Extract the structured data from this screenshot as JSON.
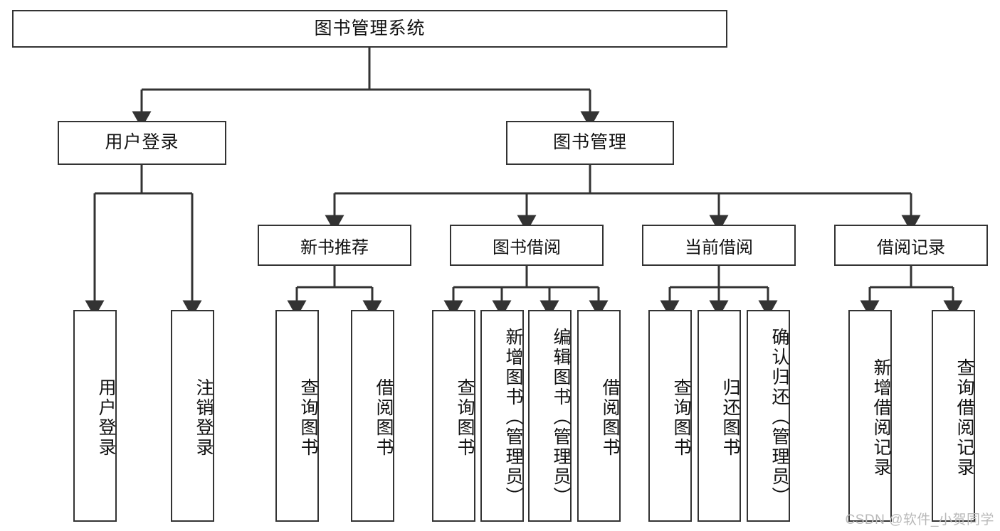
{
  "diagram": {
    "title": "图书管理系统",
    "type": "tree-hierarchy-chart",
    "root": {
      "label": "图书管理系统"
    },
    "level1": [
      {
        "label": "用户登录"
      },
      {
        "label": "图书管理"
      }
    ],
    "level2": [
      {
        "label": "新书推荐"
      },
      {
        "label": "图书借阅"
      },
      {
        "label": "当前借阅"
      },
      {
        "label": "借阅记录"
      }
    ],
    "leaves": {
      "user_login": [
        {
          "label": "用户登录"
        },
        {
          "label": "注销登录"
        }
      ],
      "new_book_recommend": [
        {
          "label": "查询图书"
        },
        {
          "label": "借阅图书"
        }
      ],
      "book_borrow": [
        {
          "label": "查询图书"
        },
        {
          "label": "新增图书（管理员）"
        },
        {
          "label": "编辑图书（管理员）"
        },
        {
          "label": "借阅图书"
        }
      ],
      "current_borrow": [
        {
          "label": "查询图书"
        },
        {
          "label": "归还图书"
        },
        {
          "label": "确认归还（管理员）"
        }
      ],
      "borrow_record": [
        {
          "label": "新增借阅记录"
        },
        {
          "label": "查询借阅记录"
        }
      ]
    }
  },
  "watermark": {
    "text": "CSDN @软件_小贺同学"
  },
  "colors": {
    "stroke": "#333333",
    "box_fill": "#ffffff",
    "text": "#111111",
    "watermark": "#b9b9b9"
  }
}
